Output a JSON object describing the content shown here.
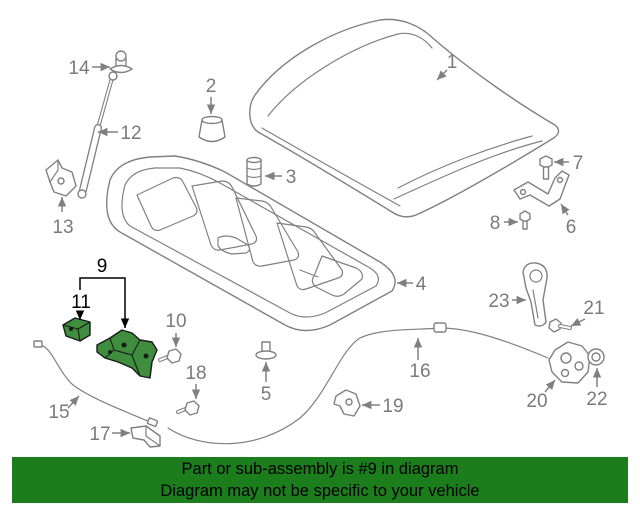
{
  "diagram": {
    "callouts": [
      "1",
      "2",
      "3",
      "4",
      "5",
      "6",
      "7",
      "8",
      "9",
      "10",
      "11",
      "12",
      "13",
      "14",
      "15",
      "16",
      "17",
      "18",
      "19",
      "20",
      "21",
      "22",
      "23"
    ]
  },
  "banner": {
    "line1": "Part or sub-assembly is #9 in diagram",
    "line2": "Diagram may not be specific to your vehicle"
  },
  "colors": {
    "banner_green": "#1b7d1b",
    "highlight_green": "#3e8e3e",
    "line_gray": "#808080"
  }
}
